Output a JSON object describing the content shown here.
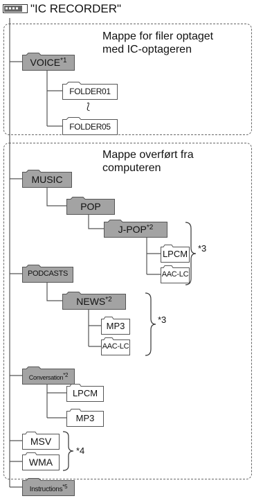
{
  "root": {
    "label": "\"IC RECORDER\"",
    "icon": "device-icon"
  },
  "sections": [
    {
      "description": [
        "Mappe for filer optaget",
        "med IC-optageren"
      ]
    },
    {
      "description": [
        "Mappe overført fra",
        "computeren"
      ]
    }
  ],
  "folders": {
    "voice": {
      "name": "VOICE",
      "mark": "*1"
    },
    "folder01": {
      "name": "FOLDER01"
    },
    "ellipsis": "⟅",
    "folder05": {
      "name": "FOLDER05"
    },
    "music": {
      "name": "MUSIC"
    },
    "pop": {
      "name": "POP"
    },
    "jpop": {
      "name": "J-POP",
      "mark": "*2"
    },
    "lpcm1": {
      "name": "LPCM"
    },
    "aaclc1": {
      "name": "AAC-LC"
    },
    "podcasts": {
      "name": "PODCASTS"
    },
    "news": {
      "name": "NEWS",
      "mark": "*2"
    },
    "mp3_1": {
      "name": "MP3"
    },
    "aaclc2": {
      "name": "AAC-LC"
    },
    "conversation": {
      "name": "Conversation",
      "mark": "*2"
    },
    "lpcm2": {
      "name": "LPCM"
    },
    "mp3_2": {
      "name": "MP3"
    },
    "msv": {
      "name": "MSV"
    },
    "wma": {
      "name": "WMA"
    },
    "instructions": {
      "name": "Instructions",
      "mark": "*5"
    }
  },
  "notes": {
    "n3a": "*3",
    "n3b": "*3",
    "n4": "*4"
  },
  "colors": {
    "dark_folder": "#a3a3a3",
    "light_folder": "#ffffff",
    "line": "#555555",
    "text": "#111111"
  }
}
